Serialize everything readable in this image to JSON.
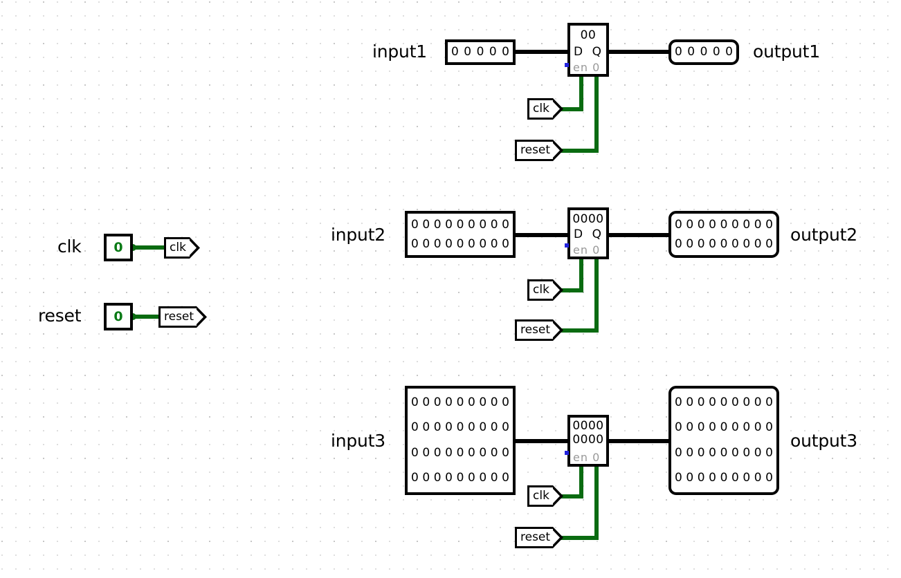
{
  "app": {
    "kind": "logic-circuit-schematic",
    "background": "#ffffff",
    "grid_color": "#d2d2d2",
    "wire_black": "#000000",
    "wire_green": "#0a6b11",
    "value_green": "#0a7a16",
    "port_blue": "#2222dd",
    "disabled_gray": "#999999"
  },
  "controls": {
    "clk": {
      "label": "clk",
      "value": "0",
      "tunnel": "clk"
    },
    "reset": {
      "label": "reset",
      "value": "0",
      "tunnel": "reset"
    }
  },
  "rows": [
    {
      "id": "row1",
      "input_label": "input1",
      "output_label": "output1",
      "input_rows": [
        "0 0 0 0 0"
      ],
      "output_rows": [
        "0 0 0 0 0"
      ],
      "register": {
        "value_lines": [
          "00"
        ],
        "port_d": "D",
        "port_q": "Q",
        "enable_label": "en 0"
      },
      "clk_tunnel": "clk",
      "reset_tunnel": "reset"
    },
    {
      "id": "row2",
      "input_label": "input2",
      "output_label": "output2",
      "input_rows": [
        "0 0 0 0 0 0 0 0 0",
        "0 0 0 0 0 0 0 0 0"
      ],
      "output_rows": [
        "0 0 0 0 0 0 0 0 0",
        "0 0 0 0 0 0 0 0 0"
      ],
      "register": {
        "value_lines": [
          "0000"
        ],
        "port_d": "D",
        "port_q": "Q",
        "enable_label": "en 0"
      },
      "clk_tunnel": "clk",
      "reset_tunnel": "reset"
    },
    {
      "id": "row3",
      "input_label": "input3",
      "output_label": "output3",
      "input_rows": [
        "0 0 0 0 0 0 0 0 0",
        "0 0 0 0 0 0 0 0 0",
        "0 0 0 0 0 0 0 0 0",
        "0 0 0 0 0 0 0 0 0"
      ],
      "output_rows": [
        "0 0 0 0 0 0 0 0 0",
        "0 0 0 0 0 0 0 0 0",
        "0 0 0 0 0 0 0 0 0",
        "0 0 0 0 0 0 0 0 0"
      ],
      "register": {
        "value_lines": [
          "0000",
          "0000"
        ],
        "port_d": "",
        "port_q": "",
        "enable_label": "en 0"
      },
      "clk_tunnel": "clk",
      "reset_tunnel": "reset"
    }
  ]
}
